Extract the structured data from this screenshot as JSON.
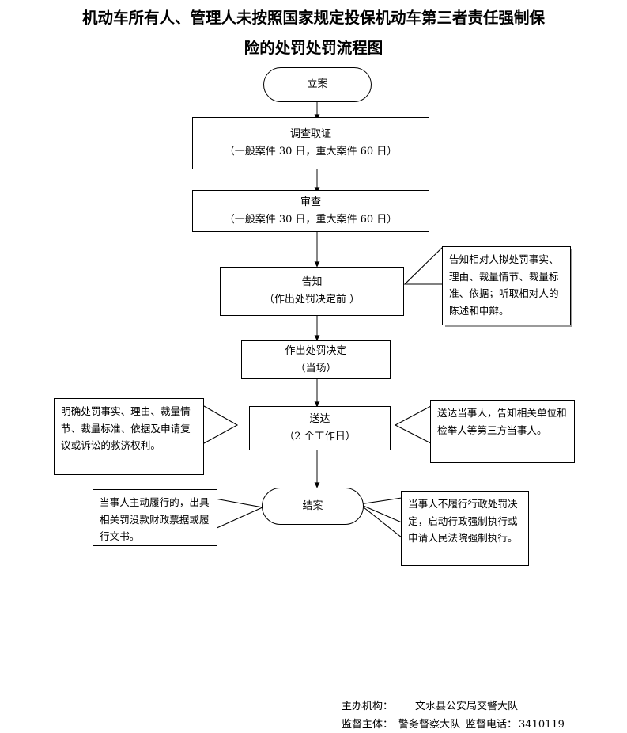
{
  "title": {
    "line1": "机动车所有人、管理人未按照国家规定投保机动车第三者责任强制保",
    "line2": "险的处罚处罚流程图"
  },
  "flow": {
    "nodes": [
      {
        "id": "filing",
        "shape": "terminator",
        "line1": "立案",
        "line2": ""
      },
      {
        "id": "investigation",
        "shape": "process",
        "line1": "调查取证",
        "line2": "（一般案件 30 日，重大案件 60 日）"
      },
      {
        "id": "review",
        "shape": "process",
        "line1": "审查",
        "line2": "（一般案件 30 日，重大案件 60 日）"
      },
      {
        "id": "notify",
        "shape": "process",
        "line1": "告知",
        "line2": "（作出处罚决定前 ）"
      },
      {
        "id": "decision",
        "shape": "process",
        "line1": "作出处罚决定",
        "line2": "（当场）"
      },
      {
        "id": "service",
        "shape": "process",
        "line1": "送达",
        "line2": "（2 个工作日）"
      },
      {
        "id": "closure",
        "shape": "terminator",
        "line1": "结案",
        "line2": ""
      }
    ],
    "notes": [
      {
        "id": "notify-note",
        "text": "告知相对人拟处罚事实、理由、裁量情节、裁量标准、依据；听取相对人的陈述和申辩。"
      },
      {
        "id": "service-note-left",
        "text": "明确处罚事实、理由、裁量情节、裁量标准、依据及申请复议或诉讼的救济权利。"
      },
      {
        "id": "service-note-right",
        "text": "送达当事人，告知相关单位和检举人等第三方当事人。"
      },
      {
        "id": "closure-note-left",
        "text": "当事人主动履行的，出具相关罚没款财政票据或履行文书。"
      },
      {
        "id": "closure-note-right",
        "text": "当事人不履行行政处罚决定，启动行政强制执行或申请人民法院强制执行。"
      }
    ]
  },
  "footer": {
    "organizer_label": "主办机构：",
    "organizer_value": "文水县公安局交警大队",
    "supervisor_label": "监督主体：",
    "supervisor_value": "警务督察大队",
    "phone_label": "监督电话：",
    "phone_value": "3410119"
  },
  "colors": {
    "line": "#000000",
    "arrow": "#7f7f7f",
    "shadow": "#9a9a9a",
    "background": "#ffffff"
  }
}
